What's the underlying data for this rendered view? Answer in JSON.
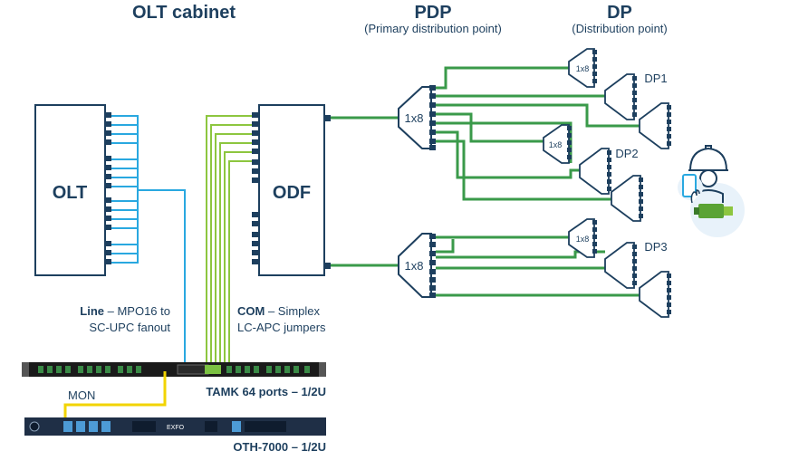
{
  "headings": {
    "olt_cabinet": "OLT cabinet",
    "pdp": "PDP",
    "pdp_sub": "(Primary distribution point)",
    "dp": "DP",
    "dp_sub": "(Distribution point)"
  },
  "boxes": {
    "olt": "OLT",
    "odf": "ODF"
  },
  "splitters": {
    "pdp_top": "1x8",
    "pdp_bottom": "1x8",
    "dp1": "1x8",
    "dp2": "1x8",
    "dp3": "1x8"
  },
  "dp_labels": {
    "dp1": "DP1",
    "dp2": "DP2",
    "dp3": "DP3"
  },
  "captions": {
    "line_bold": "Line",
    "line_rest": " – MPO16 to",
    "line_2": "SC-UPC fanout",
    "com_bold": "COM",
    "com_rest": " – Simplex",
    "com_2": "LC-APC jumpers",
    "mon": "MON",
    "tamk": "TAMK 64 ports – 1/2U",
    "oth": "OTH-7000 – 1/2U",
    "oth_device_text": "EXFO"
  },
  "colors": {
    "navy": "#1d3f5e",
    "blue_fiber": "#29a8e0",
    "green_fiber": "#3a9a4a",
    "lime_fiber": "#8dc63f",
    "yellow_fiber": "#f2d400"
  }
}
